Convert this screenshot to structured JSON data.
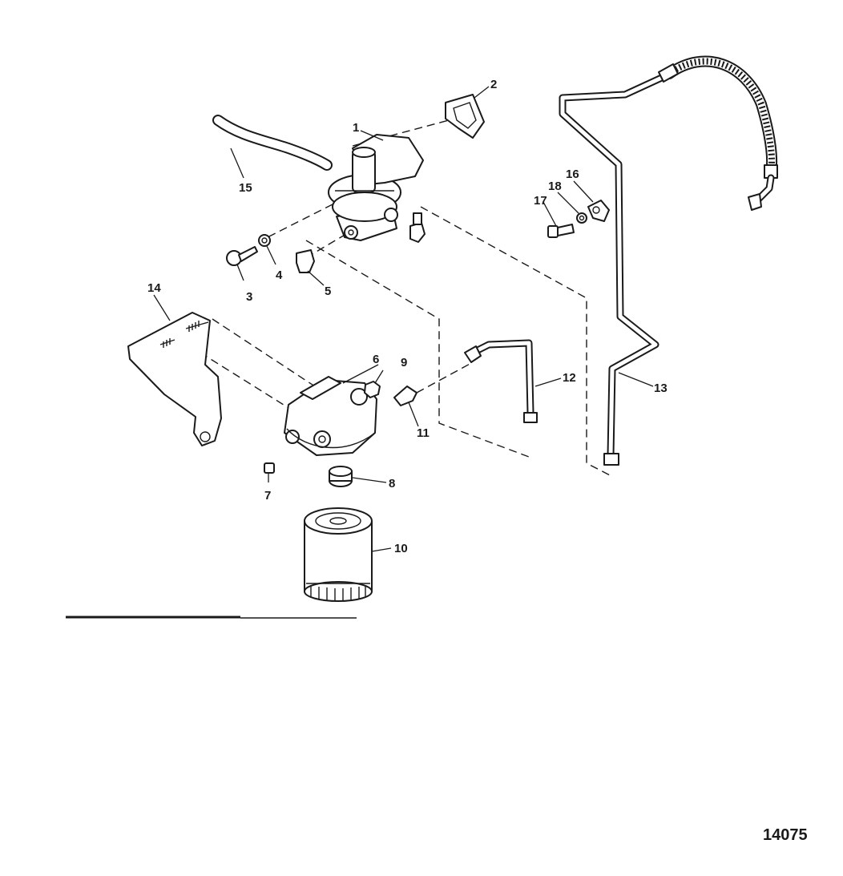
{
  "figure_number": "14075",
  "callouts": [
    {
      "id": "fuel-pump",
      "number": "1"
    },
    {
      "id": "pump-gasket",
      "number": "2"
    },
    {
      "id": "bolt",
      "number": "3"
    },
    {
      "id": "washer",
      "number": "4"
    },
    {
      "id": "elbow-fitting",
      "number": "5"
    },
    {
      "id": "filter-base",
      "number": "6"
    },
    {
      "id": "plug",
      "number": "7"
    },
    {
      "id": "adapter",
      "number": "8"
    },
    {
      "id": "nut",
      "number": "9"
    },
    {
      "id": "fuel-filter",
      "number": "10"
    },
    {
      "id": "connector",
      "number": "11"
    },
    {
      "id": "fuel-line-short",
      "number": "12"
    },
    {
      "id": "fuel-line-long",
      "number": "13"
    },
    {
      "id": "bracket",
      "number": "14"
    },
    {
      "id": "vent-hose",
      "number": "15"
    },
    {
      "id": "clamp",
      "number": "16"
    },
    {
      "id": "clamp-bolt",
      "number": "17"
    },
    {
      "id": "clamp-washer",
      "number": "18"
    }
  ]
}
